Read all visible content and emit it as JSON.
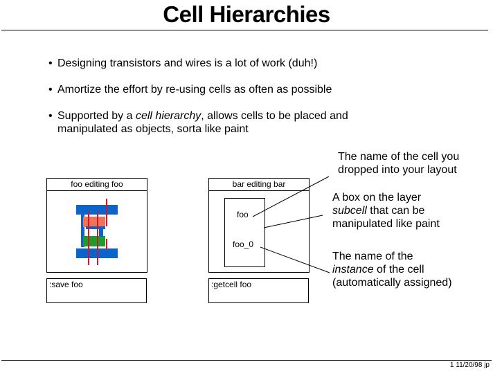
{
  "title": "Cell Hierarchies",
  "bullets": [
    {
      "text": "Designing transistors and wires is a lot of work (duh!)"
    },
    {
      "text": "Amortize the effort by re-using cells as often as possible"
    },
    {
      "pre": "Supported by a ",
      "em": "cell hierarchy",
      "post": ", allows cells to be placed and",
      "cont": "manipulated as objects, sorta like paint"
    }
  ],
  "bullet_glyph": "•",
  "left_window": {
    "title": "foo editing foo",
    "command": ":save foo"
  },
  "right_window": {
    "title": "bar editing bar",
    "command": ":getcell foo",
    "cell_label": "foo",
    "instance_label": "foo_0"
  },
  "annotations": {
    "cell_name": {
      "line1": "The name of the cell you",
      "line2": "dropped into your layout"
    },
    "box": {
      "line1": "A box on the layer",
      "line2_em": "subcell",
      "line2_rest": " that can be",
      "line3": "manipulated like paint"
    },
    "instance": {
      "line1": "The name of the",
      "line2_em": "instance",
      "line2_rest": " of the cell",
      "line3": "(automatically assigned)"
    }
  },
  "footer": "1  11/20/98  jp",
  "colors": {
    "metal": "#0b64cc",
    "poly": "#e0101e",
    "pdiff": "#f07258",
    "ndiff": "#1f9a2f"
  }
}
